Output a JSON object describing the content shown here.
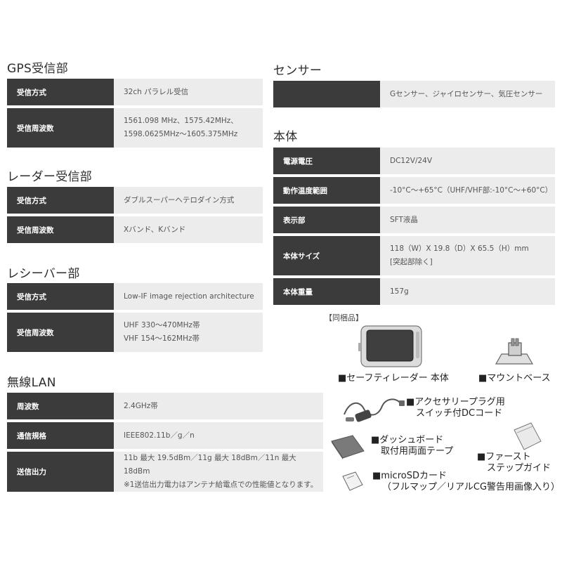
{
  "sections": {
    "gps": {
      "title": "GPS受信部",
      "rows": [
        {
          "label": "受信方式",
          "lines": [
            "32ch パラレル受信"
          ]
        },
        {
          "label": "受信周波数",
          "lines": [
            "1561.098 MHz、1575.42MHz、",
            "1598.0625MHz〜1605.375MHz"
          ]
        }
      ]
    },
    "radar": {
      "title": "レーダー受信部",
      "rows": [
        {
          "label": "受信方式",
          "lines": [
            "ダブルスーパーヘテロダイン方式"
          ]
        },
        {
          "label": "受信周波数",
          "lines": [
            "Xバンド、Kバンド"
          ]
        }
      ]
    },
    "receiver": {
      "title": "レシーバー部",
      "rows": [
        {
          "label": "受信方式",
          "lines": [
            "Low-IF image rejection architecture"
          ]
        },
        {
          "label": "受信周波数",
          "lines": [
            "UHF 330〜470MHz帯",
            "VHF 154〜162MHz帯"
          ]
        }
      ]
    },
    "wlan": {
      "title": "無線LAN",
      "rows": [
        {
          "label": "周波数",
          "lines": [
            "2.4GHz帯"
          ]
        },
        {
          "label": "通信規格",
          "lines": [
            "IEEE802.11b／g／n"
          ]
        },
        {
          "label": "送信出力",
          "lines": [
            "11b 最大 19.5dBm／11g 最大 18dBm／11n 最大 18dBm",
            "※1送信出力電力はアンテナ給電点での性能値となります。"
          ]
        }
      ]
    },
    "sensor": {
      "title": "センサー",
      "rows": [
        {
          "label": "",
          "lines": [
            "Gセンサー、ジャイロセンサー、気圧センサー"
          ]
        }
      ]
    },
    "body": {
      "title": "本体",
      "rows": [
        {
          "label": "電源電圧",
          "lines": [
            "DC12V/24V"
          ]
        },
        {
          "label": "動作温度範囲",
          "lines": [
            "-10°C〜+65°C（UHF/VHF部:-10°C〜+60°C）"
          ]
        },
        {
          "label": "表示部",
          "lines": [
            "SFT液晶"
          ]
        },
        {
          "label": "本体サイズ",
          "lines": [
            "118（W）X 19.8（D）X 65.5（H）mm",
            "[突起部除く]"
          ]
        },
        {
          "label": "本体重量",
          "lines": [
            "157g"
          ]
        }
      ]
    }
  },
  "bundle": {
    "title": "【同梱品】",
    "items": {
      "main": [
        "■セーフティレーダー 本体"
      ],
      "mount": [
        "■マウントベース"
      ],
      "cord": [
        "■アクセサリープラグ用",
        "スイッチ付DCコード"
      ],
      "tape": [
        "■ダッシュボード",
        "取付用両面テープ"
      ],
      "guide": [
        "■ファースト",
        "ステップガイド"
      ],
      "sd": [
        "■microSDカード",
        "（フルマップ／リアルCG警告用画像入り）"
      ]
    }
  }
}
